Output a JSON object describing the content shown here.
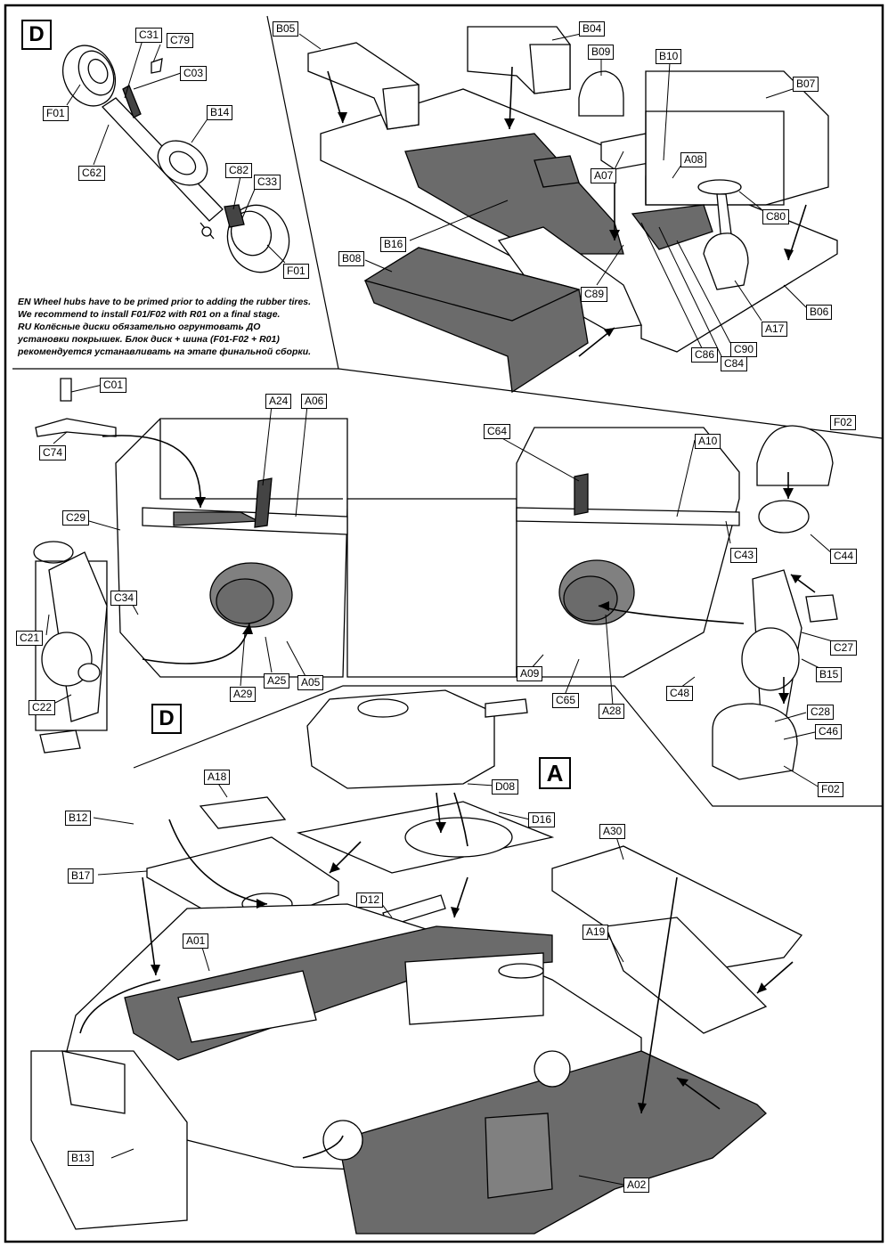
{
  "markers": {
    "D": "D",
    "D_small": "D",
    "A": "A"
  },
  "note": {
    "en_tag": "EN",
    "en_line1": "Wheel hubs have to be primed prior to adding the rubber tires.",
    "en_line2": "We recommend to install F01/F02 with R01 on a final stage.",
    "ru_tag": "RU",
    "ru_line1": "Колёсные диски обязательно огрунтовать ДО",
    "ru_line2": "установки покрышек. Блок диск + шина (F01-F02 + R01)",
    "ru_line3": "рекомендуется устанавливать на этапе финальной сборки."
  },
  "labels": {
    "C31": "C31",
    "C79": "C79",
    "C03": "C03",
    "F01a": "F01",
    "F01b": "F01",
    "B14": "B14",
    "C62": "C62",
    "C82": "C82",
    "C33": "C33",
    "B05": "B05",
    "B04": "B04",
    "B09": "B09",
    "B10": "B10",
    "B07": "B07",
    "A07": "A07",
    "A08": "A08",
    "C80": "C80",
    "B16": "B16",
    "B08": "B08",
    "C89": "C89",
    "A17": "A17",
    "B06": "B06",
    "C90": "C90",
    "C86": "C86",
    "C84a": "C84",
    "C01": "C01",
    "C74": "C74",
    "A24": "A24",
    "A06": "A06",
    "C64": "C64",
    "A10": "A10",
    "F02a": "F02",
    "C29": "C29",
    "C43": "C43",
    "C44": "C44",
    "C34": "C34",
    "C27": "C27",
    "C21": "C21",
    "B15": "B15",
    "C22": "C22",
    "A29": "A29",
    "A25": "A25",
    "A05": "A05",
    "A09": "A09",
    "C65": "C65",
    "A28": "A28",
    "C48": "C48",
    "C28": "C28",
    "C46": "C46",
    "F02b": "F02",
    "A18": "A18",
    "D08": "D08",
    "B12": "B12",
    "D16": "D16",
    "A30": "A30",
    "B17": "B17",
    "D12": "D12",
    "A01": "A01",
    "A19": "A19",
    "B13": "B13",
    "A02": "A02"
  },
  "colors": {
    "line": "#000000",
    "part_fill": "#ffffff",
    "dark_part": "#6b6b6b",
    "mid_part": "#808080"
  }
}
